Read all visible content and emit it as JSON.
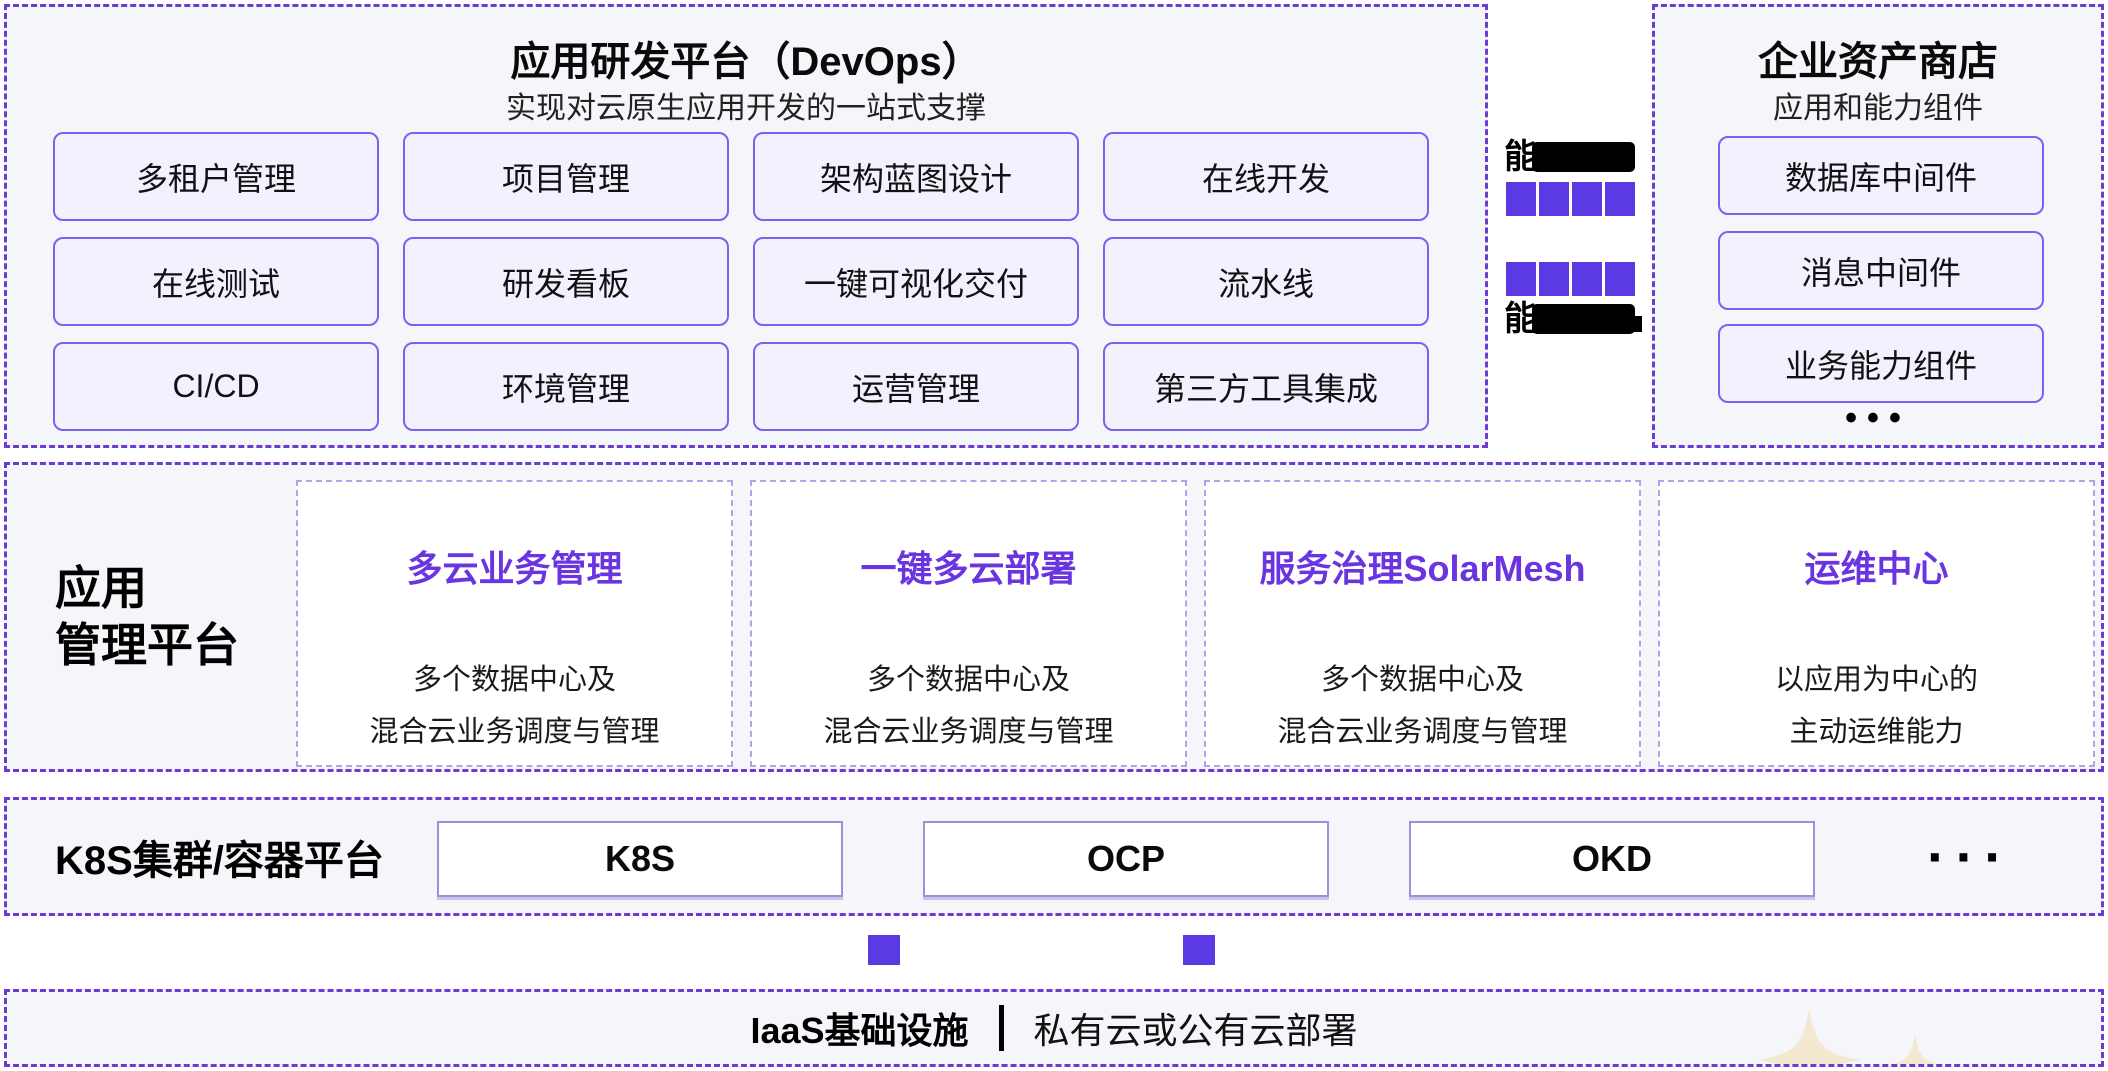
{
  "colors": {
    "dashed_border": "#6a3cd2",
    "panel_bg": "#f5f6f9",
    "pill_border": "#7d60f0",
    "pill_bg": "#f3f1fd",
    "accent_purple": "#6a35e0",
    "square_purple": "#5b3ae3",
    "k8s_box_border": "#9d8fd9",
    "card_border": "#b0a4e8",
    "sparkle": "#f4e9d0"
  },
  "devops_platform": {
    "title": "应用研发平台（DevOps）",
    "subtitle": "实现对云原生应用开发的一站式支撑",
    "buttons": [
      "多租户管理",
      "项目管理",
      "架构蓝图设计",
      "在线开发",
      "在线测试",
      "研发看板",
      "一键可视化交付",
      "流水线",
      "CI/CD",
      "环境管理",
      "运营管理",
      "第三方工具集成"
    ]
  },
  "capability_flow": {
    "top_visible_char": "能",
    "bottom_visible_char": "能",
    "squares_per_row": 4,
    "note_top_label_obscured": "black bar",
    "note_bottom_label_obscured": "black bar"
  },
  "asset_store": {
    "title": "企业资产商店",
    "subtitle": "应用和能力组件",
    "items": [
      "数据库中间件",
      "消息中间件",
      "业务能力组件"
    ],
    "more_dots": "•••"
  },
  "app_mgmt_platform": {
    "label_line1": "应用",
    "label_line2": "管理平台",
    "cards": [
      {
        "title": "多云业务管理",
        "desc_line1": "多个数据中心及",
        "desc_line2": "混合云业务调度与管理"
      },
      {
        "title": "一键多云部署",
        "desc_line1": "多个数据中心及",
        "desc_line2": "混合云业务调度与管理"
      },
      {
        "title": "服务治理SolarMesh",
        "desc_line1": "多个数据中心及",
        "desc_line2": "混合云业务调度与管理"
      },
      {
        "title": "运维中心",
        "desc_line1": "以应用为中心的",
        "desc_line2": "主动运维能力"
      }
    ]
  },
  "k8s_platform": {
    "label": "K8S集群/容器平台",
    "items": [
      "K8S",
      "OCP",
      "OKD"
    ],
    "more_dots": "···"
  },
  "iaas": {
    "label_bold": "IaaS基础设施",
    "label_regular": "私有云或公有云部署"
  }
}
